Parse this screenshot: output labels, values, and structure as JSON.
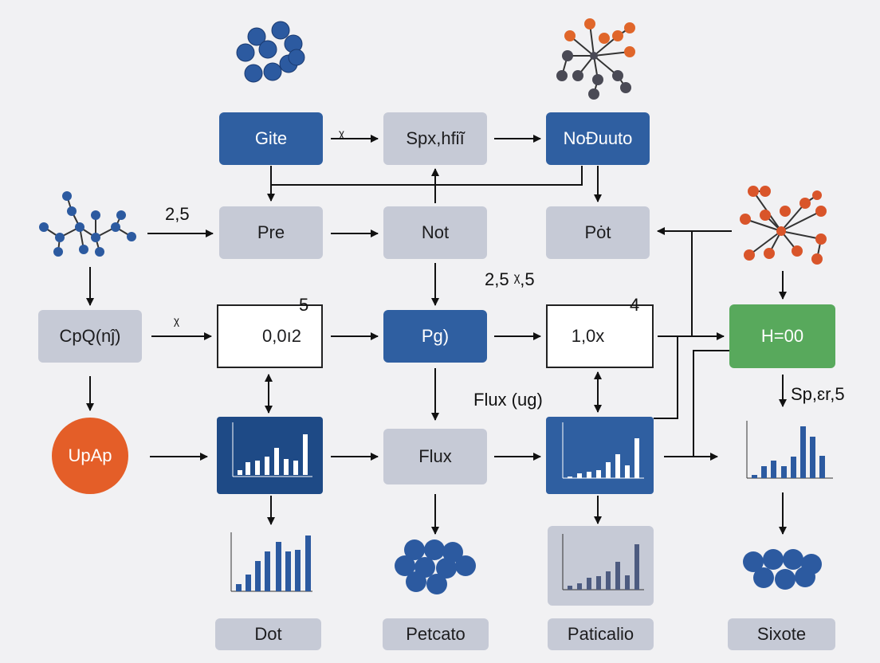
{
  "boxes": {
    "gite": "Gite",
    "spx_hfil": "Spx,hfiĩ",
    "nobuuto": "NoƉuuto",
    "pre": "Pre",
    "not": "Not",
    "pot": "Pȯt",
    "cpq": "CpQ(nĵ)",
    "box_0_0": "0,0ı2",
    "pg": "Pg)",
    "box_1_0": "1,0x",
    "h00": "H=00",
    "upap": "UpAp",
    "flux": "Flux",
    "dot": "Dot",
    "petcato": "Petcato",
    "paticalio": "Paticalio",
    "sixote": "Sixote"
  },
  "labels": {
    "arrow_mark_top": "ᵡ",
    "val_25": "2,5",
    "val_25x5": "2,5 ᵡ,5",
    "arrow_mark_mid": "ᵡ",
    "num_5": "5",
    "num_4": "4",
    "flux_ug": "Flux (ug)",
    "sp_er5": "Sp,ɛr,5"
  },
  "colors": {
    "primary_blue": "#2f5fa1",
    "gray_box": "#c6cad6",
    "green_box": "#58a95c",
    "orange": "#e45e28"
  }
}
